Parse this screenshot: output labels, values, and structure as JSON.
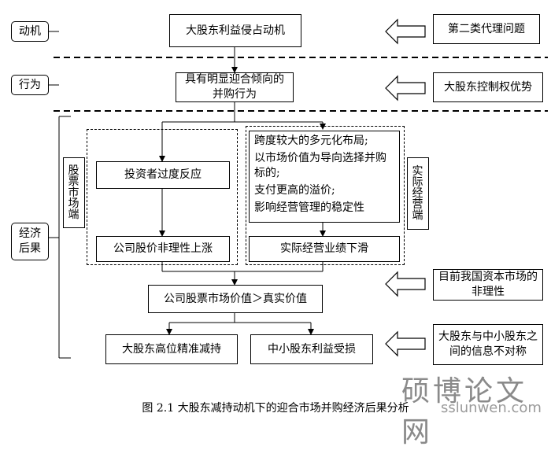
{
  "sections": {
    "motive": "动机",
    "behavior": "行为",
    "consequence": "经济后果"
  },
  "nodes": {
    "motive_main": "大股东利益侵占动机",
    "behavior_main": "具有明显迎合倾向的并购行为",
    "investor_overreaction": "投资者过度反应",
    "stock_price_rise": "公司股价非理性上涨",
    "operating_decline": "实际经营业绩下滑",
    "market_vs_real": "公司股票市场价值＞真实价值",
    "major_sell": "大股东高位精准减持",
    "minority_harm": "中小股东利益受损"
  },
  "side_labels": {
    "stock_market_end": "股票市场端",
    "operating_end": "实际经营端"
  },
  "operating_list": [
    "跨度较大的多元化布局;",
    "以市场价值为导向选择并购标的;",
    "支付更高的溢价;",
    "影响经营管理的稳定性"
  ],
  "drivers": {
    "agency": "第二类代理问题",
    "control": "大股东控制权优势",
    "market_irrational": "目前我国资本市场的非理性",
    "info_asym": "大股东与中小股东之间的信息不对称"
  },
  "caption": "图 2.1  大股东减持动机下的迎合市场并购经济后果分析",
  "watermark": {
    "text": "硕博论文网",
    "url": "sslunwen.com"
  }
}
